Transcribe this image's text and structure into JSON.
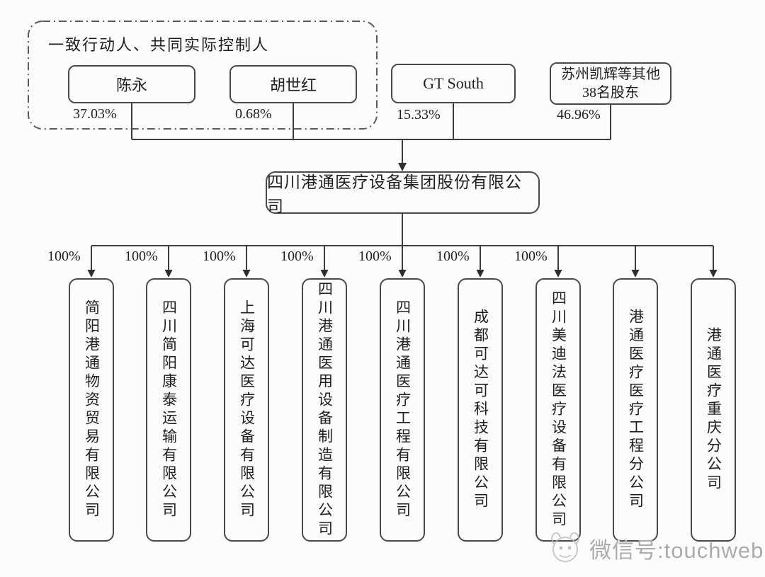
{
  "colors": {
    "line": "#3d3d3d",
    "box_border": "#4a4a4a",
    "text": "#1f1f1f",
    "background": "#fcfcfc",
    "watermark": "#ababab"
  },
  "controllers_group": {
    "label": "一致行动人、共同实际控制人",
    "members": [
      {
        "name": "陈永",
        "pct": "37.03%"
      },
      {
        "name": "胡世红",
        "pct": "0.68%"
      }
    ]
  },
  "other_shareholders": [
    {
      "name": "GT South",
      "pct": "15.33%"
    },
    {
      "name_line1": "苏州凯辉等其他",
      "name_line2": "38名股东",
      "pct": "46.96%"
    }
  ],
  "parent_company": {
    "name": "四川港通医疗设备集团股份有限公司"
  },
  "subsidiaries": [
    {
      "name": "简阳港通物资贸易有限公司",
      "pct": "100%"
    },
    {
      "name": "四川简阳康泰运输有限公司",
      "pct": "100%"
    },
    {
      "name": "上海可达医疗设备有限公司",
      "pct": "100%"
    },
    {
      "name": "四川港通医用设备制造有限公司",
      "pct": "100%"
    },
    {
      "name": "四川港通医疗工程有限公司",
      "pct": "100%"
    },
    {
      "name": "成都可达可科技有限公司",
      "pct": "100%"
    },
    {
      "name": "四川美迪法医疗设备有限公司",
      "pct": "100%"
    },
    {
      "name": "港通医疗医疗工程分公司"
    },
    {
      "name": "港通医疗重庆分公司"
    }
  ],
  "watermark": {
    "text": "微信号:touchweb",
    "icon": "wechat-mascot-icon"
  }
}
